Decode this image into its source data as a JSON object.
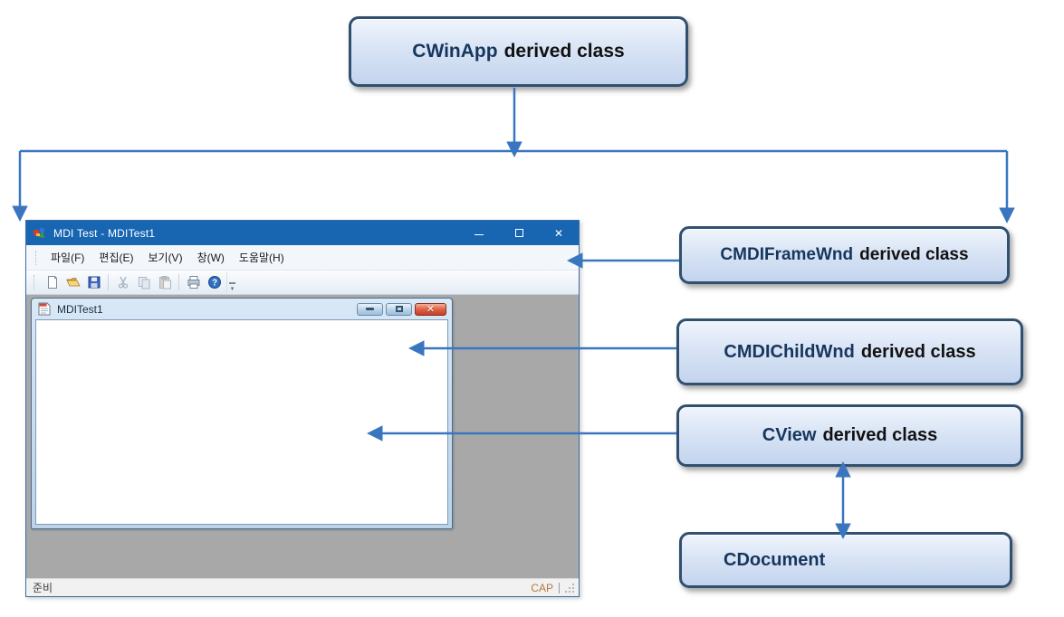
{
  "diagram": {
    "boxes": {
      "cwinapp": {
        "class_name": "CWinApp",
        "suffix": "derived class"
      },
      "cmdiframewnd": {
        "class_name": "CMDIFrameWnd",
        "suffix": "derived class"
      },
      "cmdichildwnd": {
        "class_name": "CMDIChildWnd",
        "suffix": "derived class"
      },
      "cview": {
        "class_name": "CView",
        "suffix": "derived class"
      },
      "cdocument": {
        "class_name": "CDocument",
        "suffix": ""
      }
    }
  },
  "window": {
    "title": "MDI Test - MDITest1",
    "controls": {
      "minimize": "–",
      "maximize": "□",
      "close": "✕"
    },
    "menu": [
      "파일(F)",
      "편집(E)",
      "보기(V)",
      "창(W)",
      "도움말(H)"
    ],
    "toolbar_icons": [
      "new",
      "open",
      "save",
      "cut",
      "copy",
      "paste",
      "print",
      "about"
    ],
    "child_window": {
      "title": "MDITest1",
      "close_glyph": "✕"
    },
    "status_bar": {
      "ready": "준비",
      "cap": "CAP"
    }
  },
  "colors": {
    "connector_blue": "#3A76C0",
    "titlebar_blue": "#1866B2",
    "box_border": "#31506F",
    "box_fill_top": "#F0F5FC",
    "box_fill_bottom": "#C3D4EE",
    "class_name_navy": "#17365D",
    "mdi_client_gray": "#A8A8A8",
    "child_close_red": "#C43F28",
    "cap_orange": "#B5763A"
  }
}
